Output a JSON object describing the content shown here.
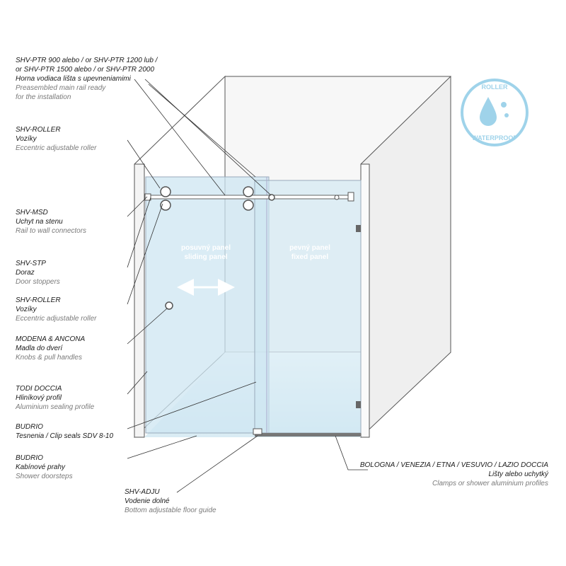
{
  "badge": {
    "top": "ROLLER",
    "bottom": "WATERPROOF",
    "color": "#9fd3ea"
  },
  "colors": {
    "glass": "#cde6f1",
    "wall": "#efefef",
    "line": "#555555",
    "leader": "#333333"
  },
  "panels": {
    "sliding": {
      "sk": "posuvný panel",
      "en": "sliding panel"
    },
    "fixed": {
      "sk": "pevný panel",
      "en": "fixed panel"
    }
  },
  "labels": {
    "ptr": {
      "code_a": "SHV-PTR 900 alebo / or SHV-PTR 1200 lub  /",
      "code_b": "or SHV-PTR 1500 alebo / or SHV-PTR 2000",
      "sk": "Horna vodiaca lišta s upevneniamimi",
      "en_a": "Preasembled main rail ready",
      "en_b": "for the installation"
    },
    "roller1": {
      "code": "SHV-ROLLER",
      "sk": "Vozíky",
      "en": "Eccentric adjustable roller"
    },
    "msd": {
      "code": "SHV-MSD",
      "sk": "Uchyt na stenu",
      "en": "Rail to wall connectors"
    },
    "stp": {
      "code": "SHV-STP",
      "sk": "Doraz",
      "en": "Door stoppers"
    },
    "roller2": {
      "code": "SHV-ROLLER",
      "sk": "Vozíky",
      "en": "Eccentric adjustable roller"
    },
    "modena": {
      "code": "MODENA & ANCONA",
      "sk": "Madla do dverí",
      "en": "Knobs & pull handles"
    },
    "todi": {
      "code": "TODI DOCCIA",
      "sk": "Hliníkový profil",
      "en": "Aluminium sealing profile"
    },
    "budrio1": {
      "code": "BUDRIO",
      "line": "Tesnenia / Clip seals SDV 8-10"
    },
    "budrio2": {
      "code": "BUDRIO",
      "sk": "Kabínové prahy",
      "en": "Shower doorsteps"
    },
    "adju": {
      "code": "SHV-ADJU",
      "sk": "Vodenie dolné",
      "en": "Bottom adjustable floor guide"
    },
    "bologna": {
      "code": "BOLOGNA / VENEZIA / ETNA / VESUVIO / LAZIO DOCCIA",
      "sk": "Lišty alebo uchytký",
      "en": "Clamps or shower aluminium profiles"
    }
  }
}
